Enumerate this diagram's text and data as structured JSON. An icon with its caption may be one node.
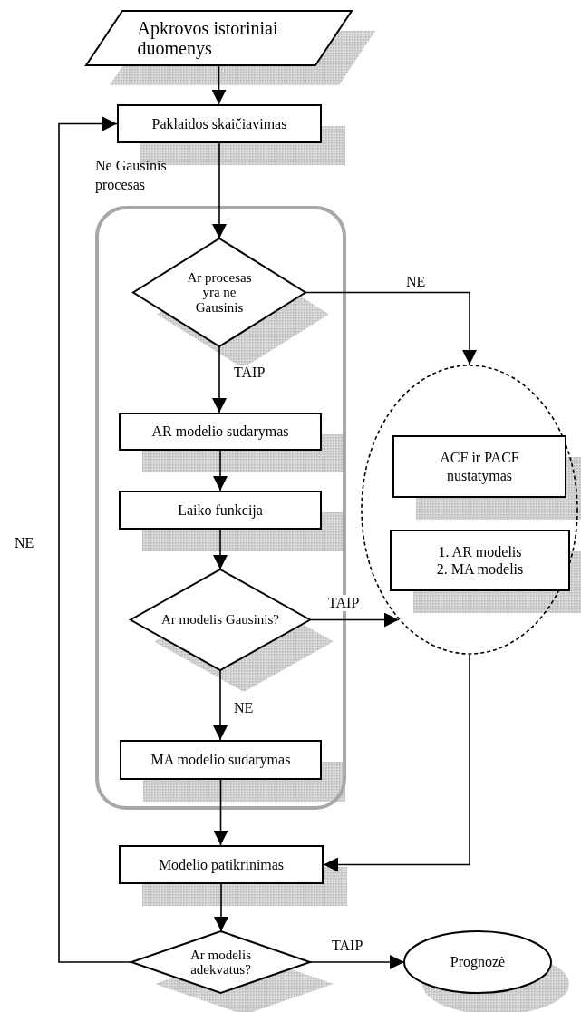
{
  "diagram": {
    "nodes": [
      {
        "text": [
          "Apkrovos istoriniai duomenys"
        ]
      },
      {
        "text": [
          "Paklaidos skaičiavimas"
        ]
      },
      {
        "text": [
          "Ne Gausinis procesas"
        ]
      },
      {
        "text": [
          "Ar procesas yra ne Gausinis"
        ],
        "in": 2
      },
      {
        "text": [
          "AR modelio sudarymas"
        ],
        "in": 2
      },
      {
        "text": [
          "Laiko funkcija"
        ],
        "in": 2
      },
      {
        "text": [
          "Ar modelis Gausinis?"
        ],
        "in": 2
      },
      {
        "text": [
          "MA modelio sudarymas"
        ],
        "in": 2
      },
      {
        "text": [],
        "shape": "ellipse"
      },
      {
        "text": [
          "ACF ir PACF nustatymas"
        ],
        "in": 8
      },
      {
        "text": [
          "1. AR modelis 2. MA modelis"
        ],
        "in": 8
      },
      {
        "text": [
          "Modelio patikrinimas"
        ]
      },
      {
        "text": [
          "Ar modelis adekvatus?"
        ]
      },
      {
        "text": [
          "Prognozė"
        ]
      }
    ],
    "edges": [
      {
        "from": 0,
        "to": 1,
        "arrow": "to"
      },
      {
        "from": 1,
        "to": 3,
        "arrow": "to"
      },
      {
        "from": 3,
        "to": 8,
        "label": "NE",
        "arrow": "to"
      },
      {
        "from": 3,
        "to": 4,
        "label": "TAIP",
        "arrow": "to"
      },
      {
        "from": 4,
        "to": 5,
        "arrow": "to"
      },
      {
        "from": 5,
        "to": 6,
        "arrow": "to"
      },
      {
        "from": 6,
        "to": 8,
        "label": "TAIP",
        "arrow": "to"
      },
      {
        "from": 6,
        "to": 7,
        "label": "NE",
        "arrow": "to"
      },
      {
        "from": 7,
        "to": 11,
        "arrow": "to"
      },
      {
        "from": 8,
        "to": 11,
        "arrow": "to"
      },
      {
        "from": 11,
        "to": 12,
        "arrow": "to"
      },
      {
        "from": 12,
        "to": 13,
        "label": "TAIP",
        "arrow": "to"
      },
      {
        "from": 12,
        "to": 1,
        "label": "NE",
        "arrow": "to"
      }
    ]
  }
}
